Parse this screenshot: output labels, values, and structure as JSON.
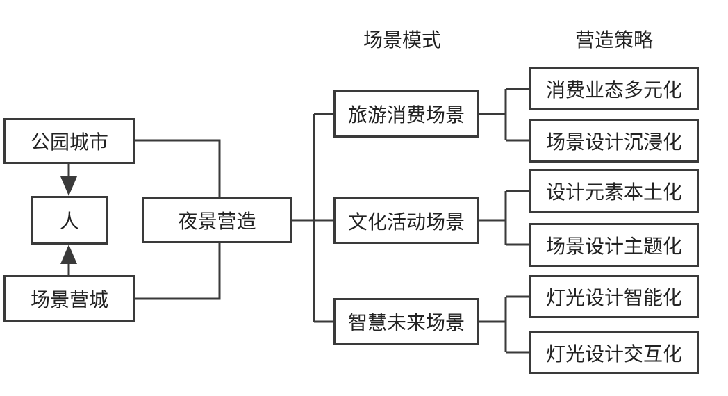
{
  "headers": {
    "scene_modes": "场景模式",
    "strategies": "营造策略"
  },
  "left": {
    "park_city": "公园城市",
    "people": "人",
    "scene_city": "场景营城"
  },
  "center": {
    "night_scene": "夜景营造"
  },
  "modes": [
    {
      "label": "旅游消费场景",
      "strategies": [
        "消费业态多元化",
        "场景设计沉浸化"
      ]
    },
    {
      "label": "文化活动场景",
      "strategies": [
        "设计元素本土化",
        "场景设计主题化"
      ]
    },
    {
      "label": "智慧未来场景",
      "strategies": [
        "灯光设计智能化",
        "灯光设计交互化"
      ]
    }
  ],
  "colors": {
    "line": "#3a3a3a",
    "text": "#222222",
    "background": "#ffffff"
  }
}
